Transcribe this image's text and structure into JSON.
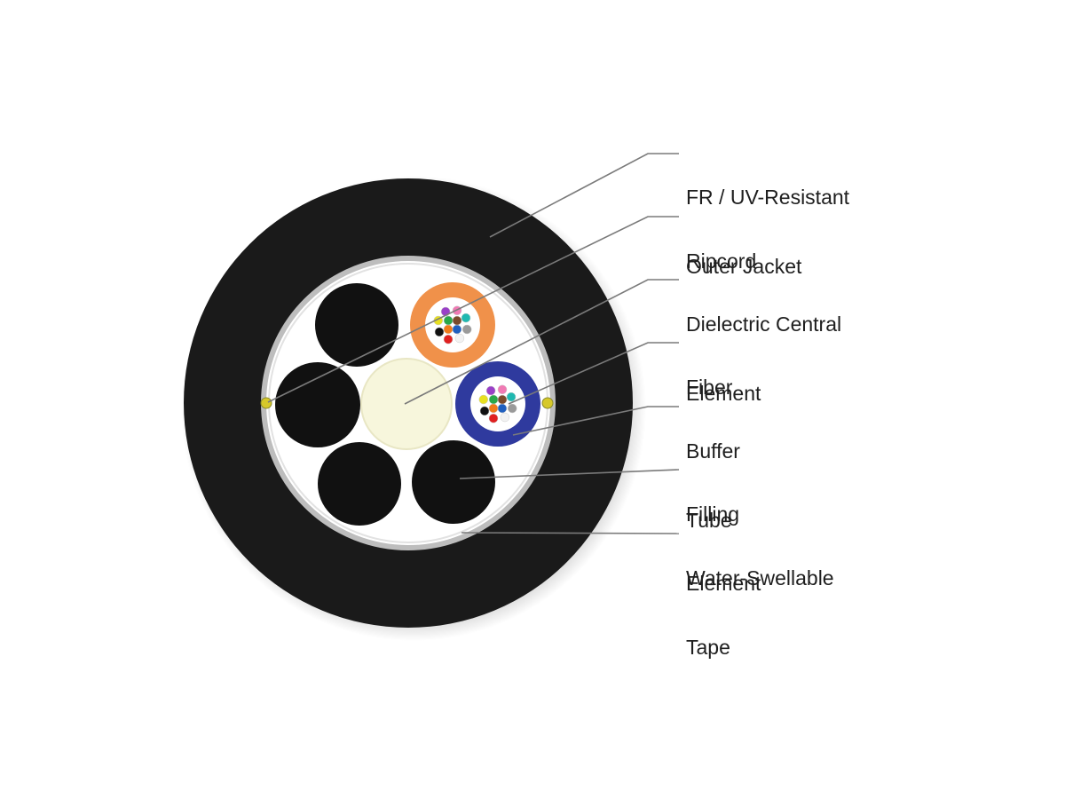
{
  "diagram": {
    "labels": [
      {
        "id": "jacket",
        "line1": "FR / UV-Resistant",
        "line2": "Outer Jacket"
      },
      {
        "id": "ripcord",
        "line1": "Ripcord",
        "line2": ""
      },
      {
        "id": "central",
        "line1": "Dielectric Central",
        "line2": "Element"
      },
      {
        "id": "fiber",
        "line1": "Fiber",
        "line2": ""
      },
      {
        "id": "buffer",
        "line1": "Buffer",
        "line2": "Tube"
      },
      {
        "id": "filling",
        "line1": "Filling",
        "line2": "Element"
      },
      {
        "id": "tape",
        "line1": "Water-Swellable",
        "line2": "Tape"
      }
    ],
    "colors": {
      "jacket": "#1a1a1a",
      "tape": "#b9b9b9",
      "central_element": "#f7f6dc",
      "buffer_tube_orange": "#f0914a",
      "buffer_tube_blue": "#2f3a9e",
      "filling_element": "#111111",
      "ripcord": "#d6c82a",
      "leader_line": "#7a7a7a"
    },
    "fiber_colors": [
      "#1f5fbf",
      "#f07a1a",
      "#2aa84a",
      "#7a4a2a",
      "#9a9a9a",
      "#f2f2f2",
      "#e02020",
      "#111111",
      "#e8e020",
      "#9a40c8",
      "#f07ab4",
      "#20b8b0"
    ]
  }
}
